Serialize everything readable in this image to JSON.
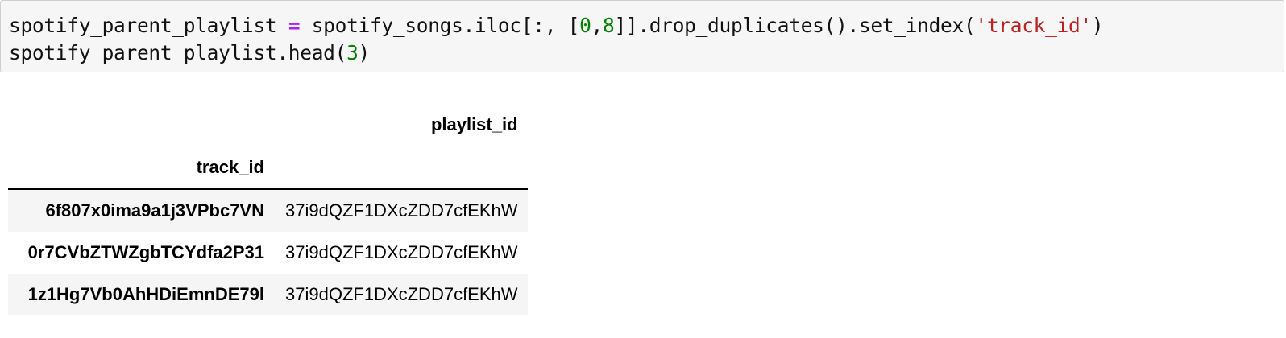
{
  "code_cell": {
    "line1": {
      "var": "spotify_parent_playlist ",
      "op": "=",
      "mid1": " spotify_songs.iloc[:, [",
      "num1": "0",
      "comma": ",",
      "num2": "8",
      "mid2": "]].drop_duplicates().set_index(",
      "str": "'track_id'",
      "end": ")"
    },
    "line2": {
      "prefix": "spotify_parent_playlist.head(",
      "num": "3",
      "end": ")"
    }
  },
  "dataframe": {
    "column_header": "playlist_id",
    "index_name": "track_id",
    "rows": [
      {
        "index": "6f807x0ima9a1j3VPbc7VN",
        "playlist_id": "37i9dQZF1DXcZDD7cfEKhW"
      },
      {
        "index": "0r7CVbZTWZgbTCYdfa2P31",
        "playlist_id": "37i9dQZF1DXcZDD7cfEKhW"
      },
      {
        "index": "1z1Hg7Vb0AhHDiEmnDE79l",
        "playlist_id": "37i9dQZF1DXcZDD7cfEKhW"
      }
    ]
  }
}
